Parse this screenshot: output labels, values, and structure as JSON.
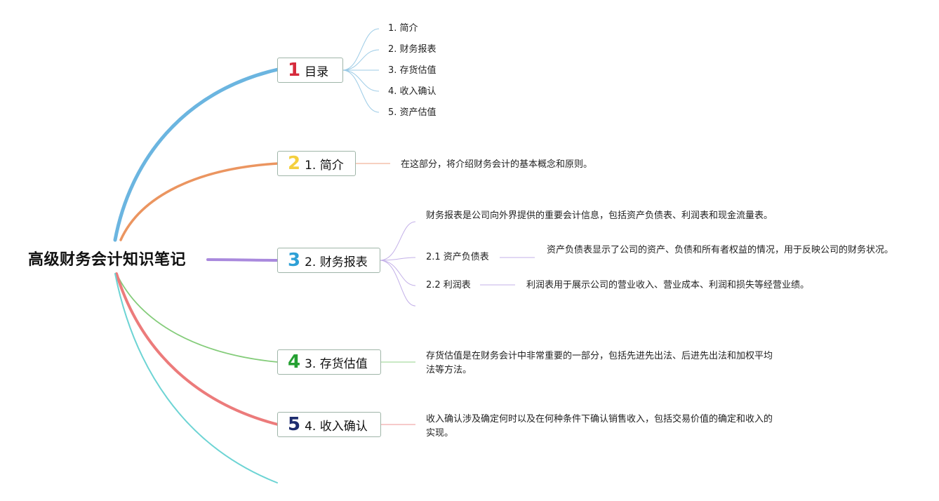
{
  "root": {
    "title": "高级财务会计知识笔记"
  },
  "colors": {
    "branch1": "#6bb5e0",
    "branch2": "#eb9560",
    "branch3": "#a989dd",
    "branch4": "#84cc7a",
    "branch5": "#ec7b7b",
    "branch6": "#6dd4d4",
    "num1": "#d62b3c",
    "num2": "#f4cf3e",
    "num3": "#2ea0d6",
    "num4": "#25a032",
    "num5": "#1d2c6e"
  },
  "topics": {
    "toc": {
      "number": "1",
      "label": "目录",
      "items": [
        "1. 简介",
        "2. 财务报表",
        "3. 存货估值",
        "4. 收入确认",
        "5. 资产估值"
      ]
    },
    "intro": {
      "number": "2",
      "label": "1. 简介",
      "note": "在这部分，将介绍财务会计的基本概念和原则。"
    },
    "statements": {
      "number": "3",
      "label": "2. 财务报表",
      "note": "财务报表是公司向外界提供的重要会计信息，包括资产负债表、利润表和现金流量表。",
      "balance_sheet": {
        "label": "2.1 资产负债表",
        "note": "资产负债表显示了公司的资产、负债和所有者权益的情况，用于反映公司的财务状况。"
      },
      "income_statement": {
        "label": "2.2 利润表",
        "note": "利润表用于展示公司的营业收入、营业成本、利润和损失等经营业绩。"
      }
    },
    "inventory": {
      "number": "4",
      "label": "3. 存货估值",
      "note": "存货估值是在财务会计中非常重要的一部分，包括先进先出法、后进先出法和加权平均法等方法。"
    },
    "revenue": {
      "number": "5",
      "label": "4. 收入确认",
      "note": "收入确认涉及确定何时以及在何种条件下确认销售收入，包括交易价值的确定和收入的实现。"
    }
  }
}
